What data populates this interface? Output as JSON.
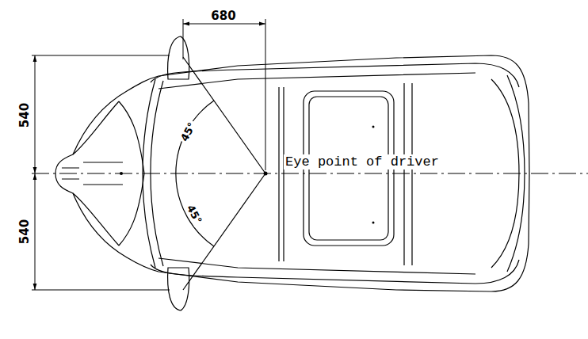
{
  "diagram": {
    "labels": [
      "680",
      "540",
      "540",
      "45°",
      "45°",
      "Eye point of driver"
    ]
  }
}
